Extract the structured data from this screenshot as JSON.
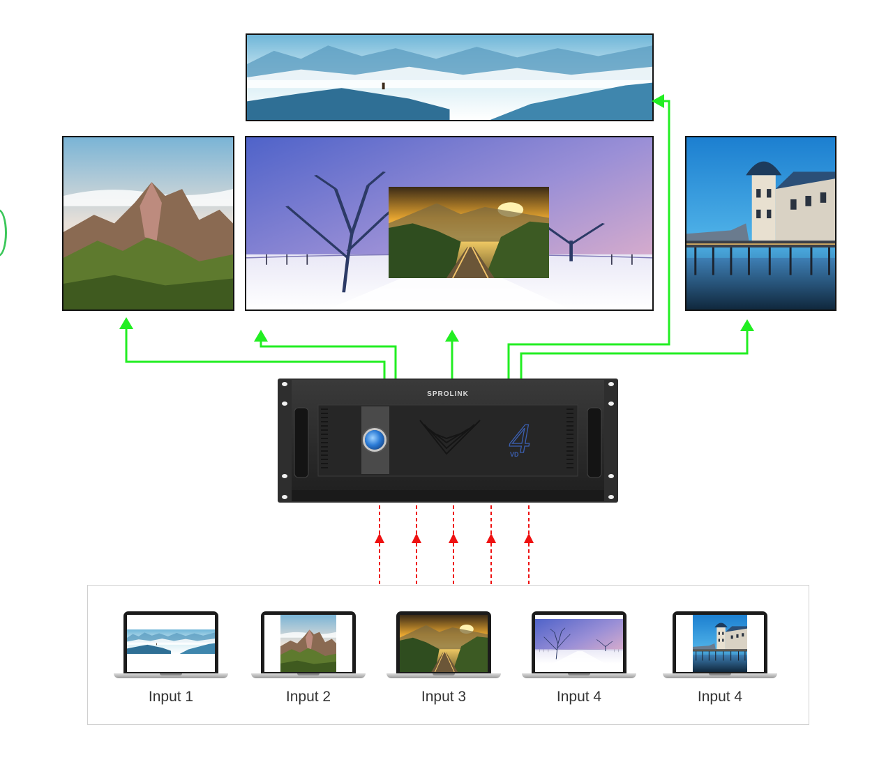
{
  "device": {
    "brand": "SPROLINK",
    "model_mark": "4",
    "model_sub": "VD"
  },
  "inputs": [
    {
      "label": "Input 1",
      "image": "mountain-fog-panorama"
    },
    {
      "label": "Input 2",
      "image": "huangshan-peak"
    },
    {
      "label": "Input 3",
      "image": "railway-sunset"
    },
    {
      "label": "Input 4",
      "image": "snowy-trees-dusk"
    },
    {
      "label": "Input 4",
      "image": "pier-pavilion-night"
    }
  ],
  "outputs": [
    {
      "name": "top-wide-screen",
      "image": "mountain-fog-panorama"
    },
    {
      "name": "left-screen",
      "image": "huangshan-peak"
    },
    {
      "name": "center-screen",
      "image": "snowy-trees-dusk",
      "pip_image": "railway-sunset"
    },
    {
      "name": "right-screen",
      "image": "pier-pavilion-night"
    }
  ],
  "colors": {
    "output_arrow": "#22ee22",
    "input_arrow": "#ee1111",
    "chassis": "#2a2a2a"
  }
}
